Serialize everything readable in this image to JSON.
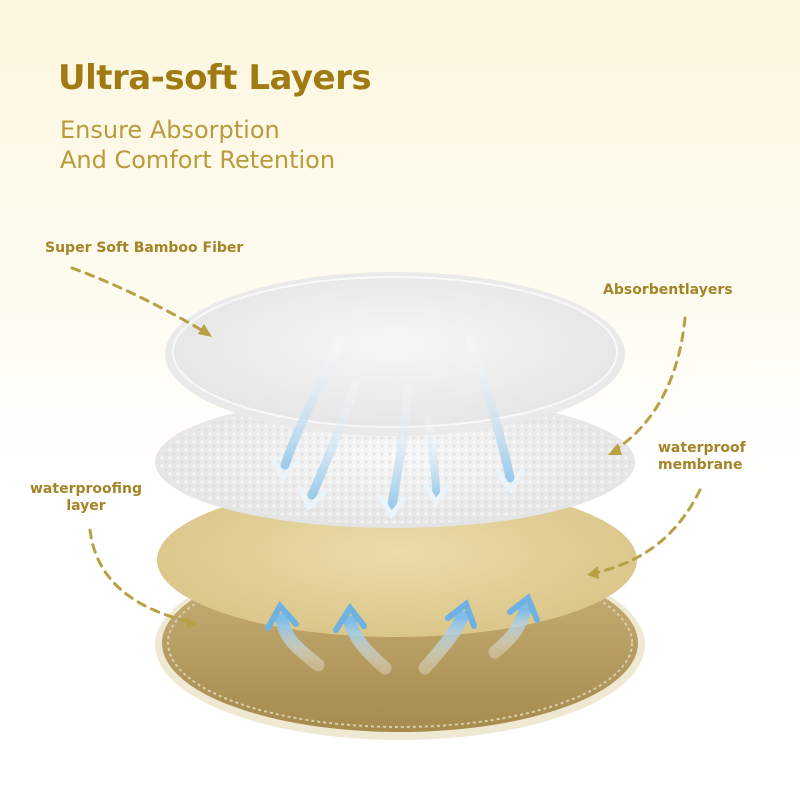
{
  "header": {
    "title": "Ultra-soft Layers",
    "subtitle_line1": "Ensure  Absorption",
    "subtitle_line2": "And Comfort Retention"
  },
  "labels": {
    "bamboo": "Super Soft Bamboo Fiber",
    "absorbent": "Absorbentlayers",
    "membrane_line1": "waterproof",
    "membrane_line2": "membrane",
    "waterproofing_line1": "waterproofing",
    "waterproofing_line2": "layer"
  },
  "colors": {
    "title": "#a07a12",
    "subtitle": "#b99a3c",
    "label": "#a38427",
    "dashed_arrow": "#b7a046",
    "top_layer": "#f2f2f2",
    "terry_layer": "#eeeeee",
    "membrane_layer": "#e4d39c",
    "bottom_layer": "#b89f61",
    "flow_arrow": "#a9d4ef"
  },
  "icons": {
    "down_flow": "curved-down-arrow-icon",
    "up_flow": "curved-up-arrow-icon"
  }
}
